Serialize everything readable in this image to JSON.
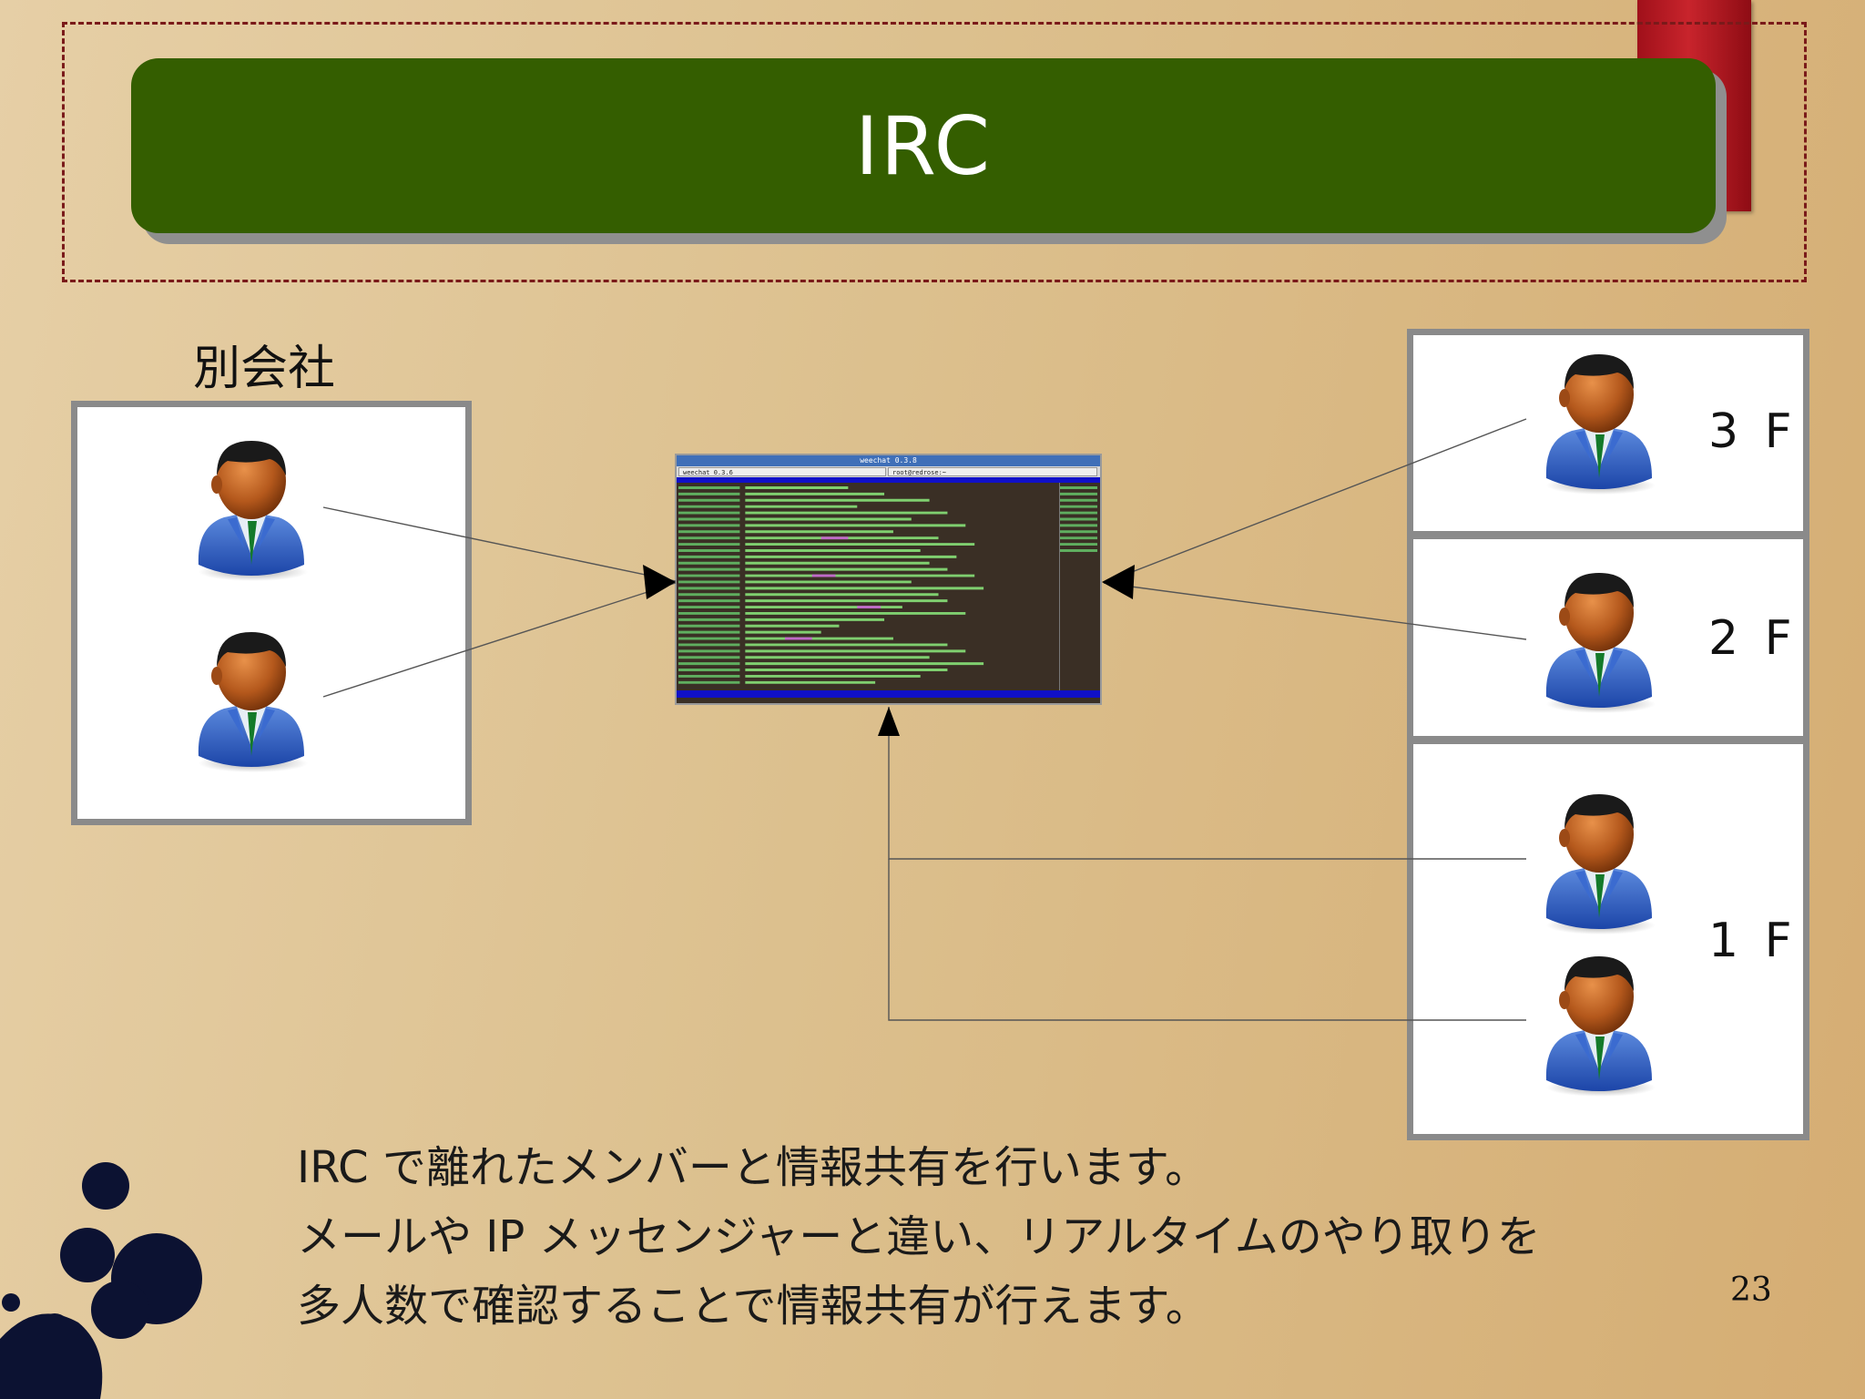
{
  "slide": {
    "title": "IRC",
    "page_number": "23"
  },
  "company_group": {
    "label": "別会社"
  },
  "floors": [
    {
      "label": "3 F"
    },
    {
      "label": "2 F"
    },
    {
      "label": "1 F"
    }
  ],
  "irc_window": {
    "title": "weechat 0.3.8",
    "tabs": [
      "weechat 0.3.6",
      "root@redrose:~"
    ]
  },
  "body": {
    "lines": [
      "IRC で離れたメンバーと情報共有を行います。",
      "メールや IP メッセンジャーと違い、リアルタイムのやり取りを",
      "多人数で確認することで情報共有が行えます。"
    ]
  },
  "colors": {
    "title_bar": "#345e00",
    "frame_dash": "#7a1a1a",
    "bookmark": "#c8242c"
  },
  "icons": {
    "person": "user-icon",
    "decor": "ink-blot"
  }
}
